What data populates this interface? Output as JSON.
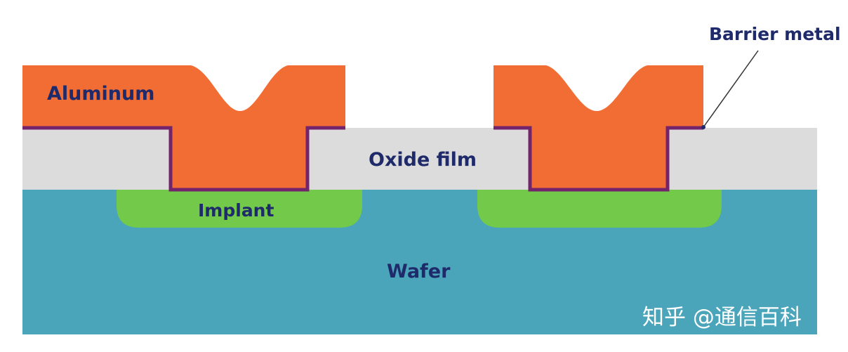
{
  "labels": {
    "aluminum": "Aluminum",
    "oxide_film": "Oxide film",
    "implant": "Implant",
    "wafer": "Wafer",
    "barrier_metal": "Barrier metal"
  },
  "watermark": "知乎 @通信百科",
  "colors": {
    "wafer": "#4aa5ba",
    "oxide": "#dcdcdc",
    "implant": "#72c94a",
    "aluminum": "#f26d34",
    "barrier": "#73246b",
    "label_text": "#1f2a6b",
    "watermark": "#ffffff"
  }
}
